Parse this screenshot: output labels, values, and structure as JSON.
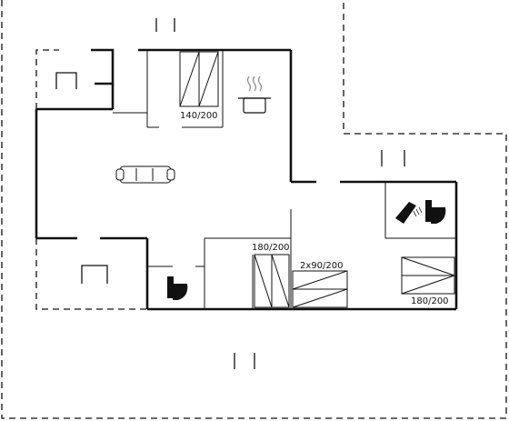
{
  "floorplan": {
    "bed_labels": {
      "upper_bedroom": "140/200",
      "middle_bedroom": "180/200",
      "bunk_room": "2x90/200",
      "right_bedroom": "180/200"
    },
    "icons": [
      "cooking-pot-icon",
      "sofa-icon",
      "toilet-icon",
      "shower-icon",
      "door-gap-icon"
    ]
  }
}
